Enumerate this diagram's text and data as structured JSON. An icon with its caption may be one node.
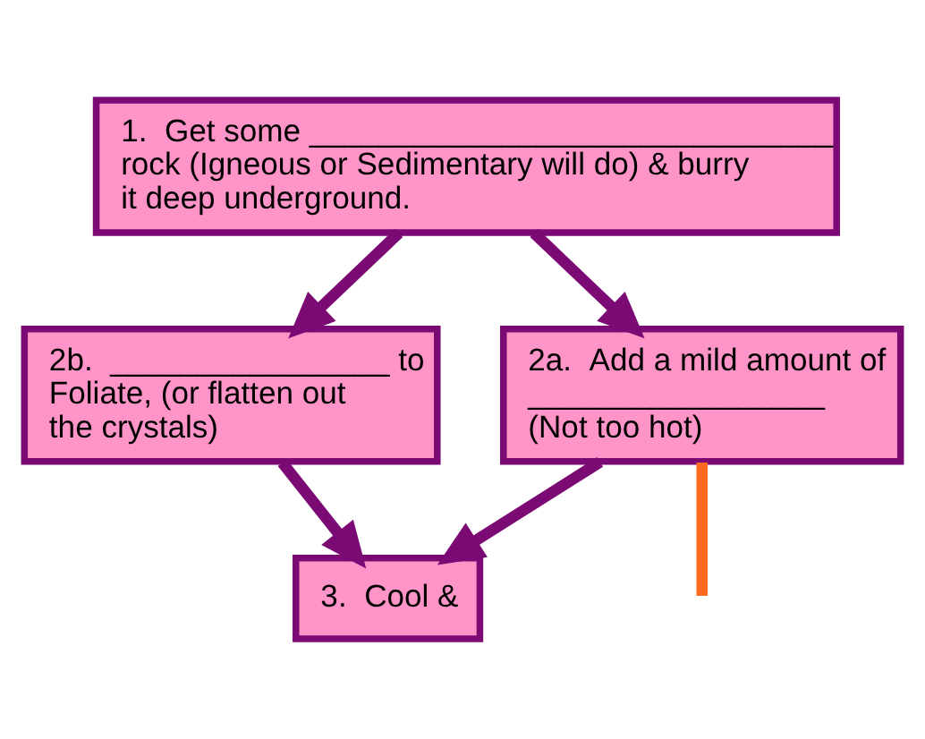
{
  "diagram": {
    "nodes": [
      {
        "text": [
          "1.  Get some ______________________________ rock (Igneous or Sedimentary will do) & burry it deep underground."
        ]
      },
      {
        "text": [
          "2a.  Add a mild amount of _________________",
          "(Not too hot)"
        ]
      },
      {
        "text": [
          "2b.  ________________ to Foliate, (or flatten out the crystals)"
        ]
      },
      {
        "text": [
          "3.  Cool &"
        ]
      }
    ],
    "edges": [
      {
        "from": 0,
        "to": 1,
        "arrow": "to"
      },
      {
        "from": 0,
        "to": 2,
        "arrow": "to"
      },
      {
        "from": 1,
        "to": 3,
        "arrow": "to"
      },
      {
        "from": 2,
        "to": 3,
        "arrow": "to"
      },
      {
        "from": 1,
        "to": null,
        "arrow": "none",
        "color": "#ff6a21"
      }
    ]
  }
}
